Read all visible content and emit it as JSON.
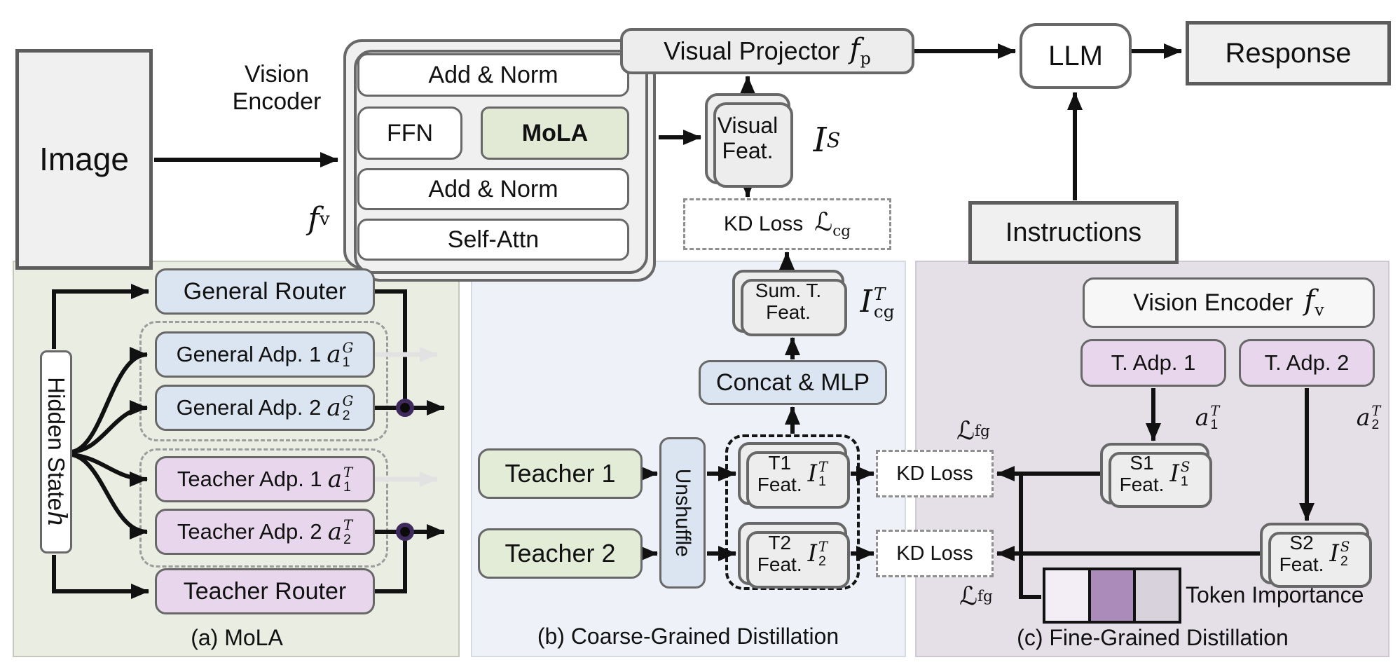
{
  "top": {
    "image_label": "Image",
    "vision_encoder_caption": {
      "line1": "Vision",
      "line2": "Encoder"
    },
    "fv": {
      "base": "f",
      "sub": "v"
    },
    "encoder_block": {
      "add_norm_top": "Add & Norm",
      "ffn": "FFN",
      "mola": "MoLA",
      "add_norm_bottom": "Add & Norm",
      "self_attn": "Self-Attn"
    },
    "visual_feat": {
      "line1": "Visual",
      "line2": "Feat.",
      "sym_base": "I",
      "sym_sup": "S"
    },
    "visual_projector": {
      "label": "Visual Projector",
      "sym_base": "f",
      "sym_sub": "p"
    },
    "llm_label": "LLM",
    "response_label": "Response",
    "instructions_label": "Instructions",
    "kd_loss_cg": {
      "label": "KD Loss",
      "loss_symbol": "ℒ",
      "loss_sub": "cg"
    }
  },
  "panel_a": {
    "caption": "(a) MoLA",
    "hidden_state": {
      "label": "Hidden State",
      "symbol": "h"
    },
    "general_router": "General Router",
    "general_adp_1": {
      "label": "General Adp. 1",
      "base": "a",
      "sub": "1",
      "sup": "G"
    },
    "general_adp_2": {
      "label": "General Adp. 2",
      "base": "a",
      "sub": "2",
      "sup": "G"
    },
    "teacher_adp_1": {
      "label": "Teacher Adp. 1",
      "base": "a",
      "sub": "1",
      "sup": "T"
    },
    "teacher_adp_2": {
      "label": "Teacher Adp. 2",
      "base": "a",
      "sub": "2",
      "sup": "T"
    },
    "teacher_router": "Teacher Router"
  },
  "panel_b": {
    "caption": "(b) Coarse-Grained Distillation",
    "teacher_1": "Teacher 1",
    "teacher_2": "Teacher 2",
    "unshuffle": "Unshuffle",
    "t1_feat": {
      "line1": "T1",
      "line2": "Feat.",
      "base": "I",
      "sub": "1",
      "sup": "T"
    },
    "t2_feat": {
      "line1": "T2",
      "line2": "Feat.",
      "base": "I",
      "sub": "2",
      "sup": "T"
    },
    "concat_mlp": "Concat & MLP",
    "sum_t_feat": {
      "line1": "Sum. T.",
      "line2": "Feat.",
      "base": "I",
      "sub": "cg",
      "sup": "T"
    },
    "kd_loss_1": "KD Loss",
    "kd_loss_2": "KD Loss"
  },
  "panel_c": {
    "caption": "(c) Fine-Grained Distillation",
    "vision_encoder": {
      "label": "Vision Encoder",
      "base": "f",
      "sub": "v"
    },
    "t_adp_1": {
      "label": "T. Adp. 1"
    },
    "t_adp_2": {
      "label": "T. Adp. 2"
    },
    "a1t": {
      "base": "a",
      "sub": "1",
      "sup": "T"
    },
    "a2t": {
      "base": "a",
      "sub": "2",
      "sup": "T"
    },
    "s1_feat": {
      "line1": "S1",
      "line2": "Feat.",
      "base": "I",
      "sub": "1",
      "sup": "S"
    },
    "s2_feat": {
      "line1": "S2",
      "line2": "Feat.",
      "base": "I",
      "sub": "2",
      "sup": "S"
    },
    "loss_fg_top": {
      "symbol": "ℒ",
      "sub": "fg"
    },
    "loss_fg_bottom": {
      "symbol": "ℒ",
      "sub": "fg"
    },
    "kd_loss_1": "KD Loss",
    "kd_loss_2": "KD Loss",
    "token_importance_label": "Token Importance",
    "token_cells": [
      {
        "color": "#f3edf5"
      },
      {
        "color": "#aa8bba"
      },
      {
        "color": "#d8d2dc"
      }
    ]
  },
  "palette": {
    "box_border": "#686868",
    "gray_fill": "#f0f0f0",
    "blue_fill": "#dbe5f1",
    "green_fill": "#e3ecd7",
    "purple_fill": "#e8d7ec",
    "panel_a_bg": "#eaede2",
    "panel_b_bg": "#eef2f8",
    "panel_c_bg": "#e5dfe7",
    "junction_dot_ring": "#3f2a5e",
    "faded_arrow": "#e2e2e2"
  }
}
